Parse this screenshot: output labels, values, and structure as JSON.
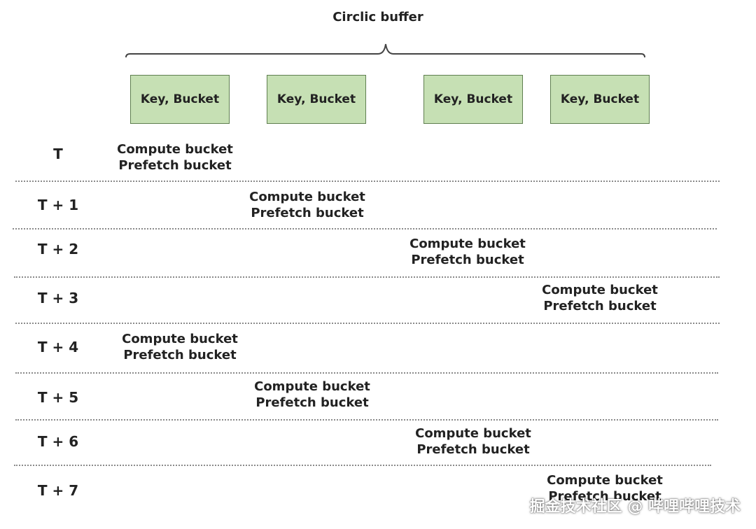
{
  "title": "Circlic buffer",
  "bucket_label": "Key, Bucket",
  "buckets": [
    "Key, Bucket",
    "Key, Bucket",
    "Key, Bucket",
    "Key, Bucket"
  ],
  "steps": [
    {
      "label": "T",
      "slot": 0
    },
    {
      "label": "T + 1",
      "slot": 1
    },
    {
      "label": "T + 2",
      "slot": 2
    },
    {
      "label": "T + 3",
      "slot": 3
    },
    {
      "label": "T + 4",
      "slot": 0
    },
    {
      "label": "T + 5",
      "slot": 1
    },
    {
      "label": "T + 6",
      "slot": 2
    },
    {
      "label": "T + 7",
      "slot": 3
    }
  ],
  "ops": {
    "compute": "Compute bucket",
    "prefetch": "Prefetch bucket"
  },
  "watermark": "掘金技术社区 @ 哔哩哔哩技术",
  "colors": {
    "bucket_fill": "#c6e0b4",
    "bucket_border": "#5f7f50",
    "divider": "#8a8a8a"
  }
}
